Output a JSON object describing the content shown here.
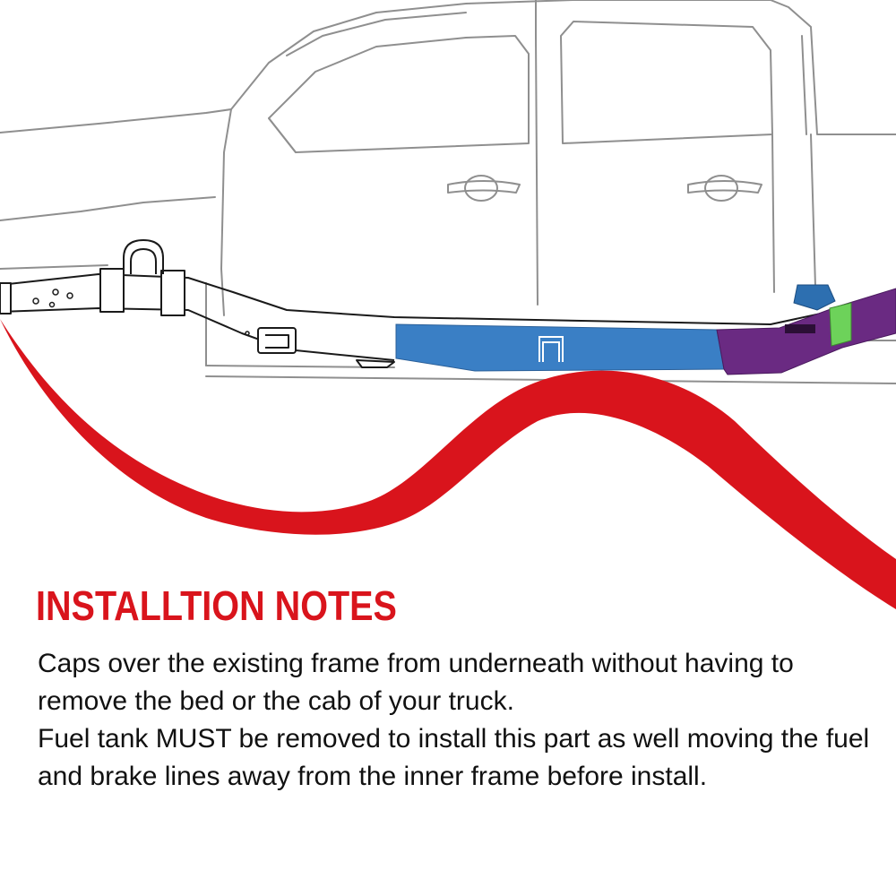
{
  "colors": {
    "accent_red": "#d9141c",
    "rail_blue": "#3a7fc5",
    "rail_purple": "#6a2a82",
    "bracket_green": "#6dd25a",
    "mount_blue": "#2d6fb0",
    "line_gray": "#8f8f8f"
  },
  "illustration": {
    "subject": "pickup-truck-side-outline",
    "components": [
      "frame-rail-blue-section",
      "frame-rail-purple-section",
      "green-bracket",
      "red-swoosh"
    ]
  },
  "notes": {
    "heading": "INSTALLTION NOTES",
    "paragraphs": [
      "Caps over the existing frame from underneath without having to remove the bed or the cab of your truck.",
      "Fuel tank MUST be removed to install this part as well moving the fuel and brake lines away from the inner frame before install."
    ]
  }
}
